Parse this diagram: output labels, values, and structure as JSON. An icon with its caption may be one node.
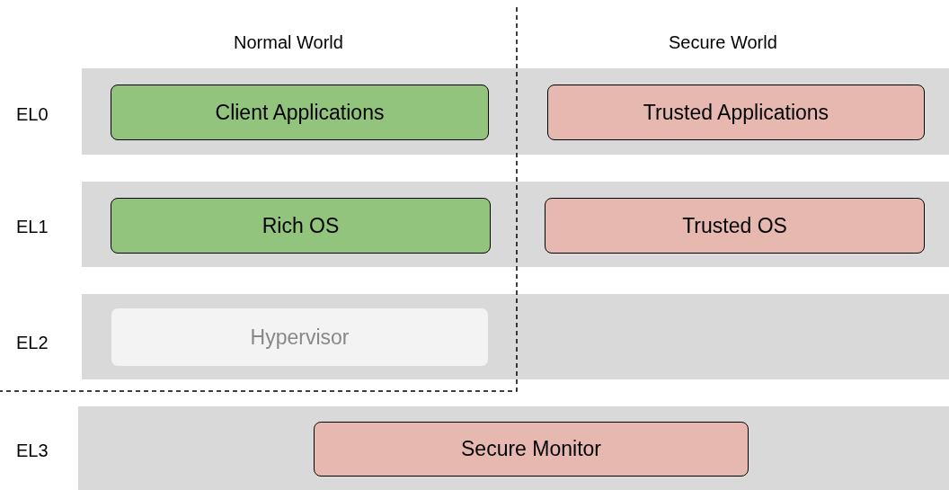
{
  "diagram": {
    "nodes": [
      {
        "text": [],
        "shape": "box"
      },
      {
        "text": [
          "Client Applications"
        ],
        "in": 0
      },
      {
        "text": [
          "Trusted Applications"
        ],
        "in": 0
      },
      {
        "text": [],
        "shape": "box"
      },
      {
        "text": [
          "Rich OS"
        ],
        "in": 3
      },
      {
        "text": [
          "Trusted OS"
        ],
        "in": 3
      },
      {
        "text": [],
        "shape": "box"
      },
      {
        "text": [
          "Hypervisor"
        ],
        "in": 6
      },
      {
        "text": [],
        "shape": "box"
      },
      {
        "text": [
          "Secure Monitor"
        ],
        "in": 8
      }
    ],
    "edges": [],
    "labels": [
      "Normal World",
      "Secure World",
      "EL0",
      "EL1",
      "EL2",
      "EL3"
    ]
  }
}
